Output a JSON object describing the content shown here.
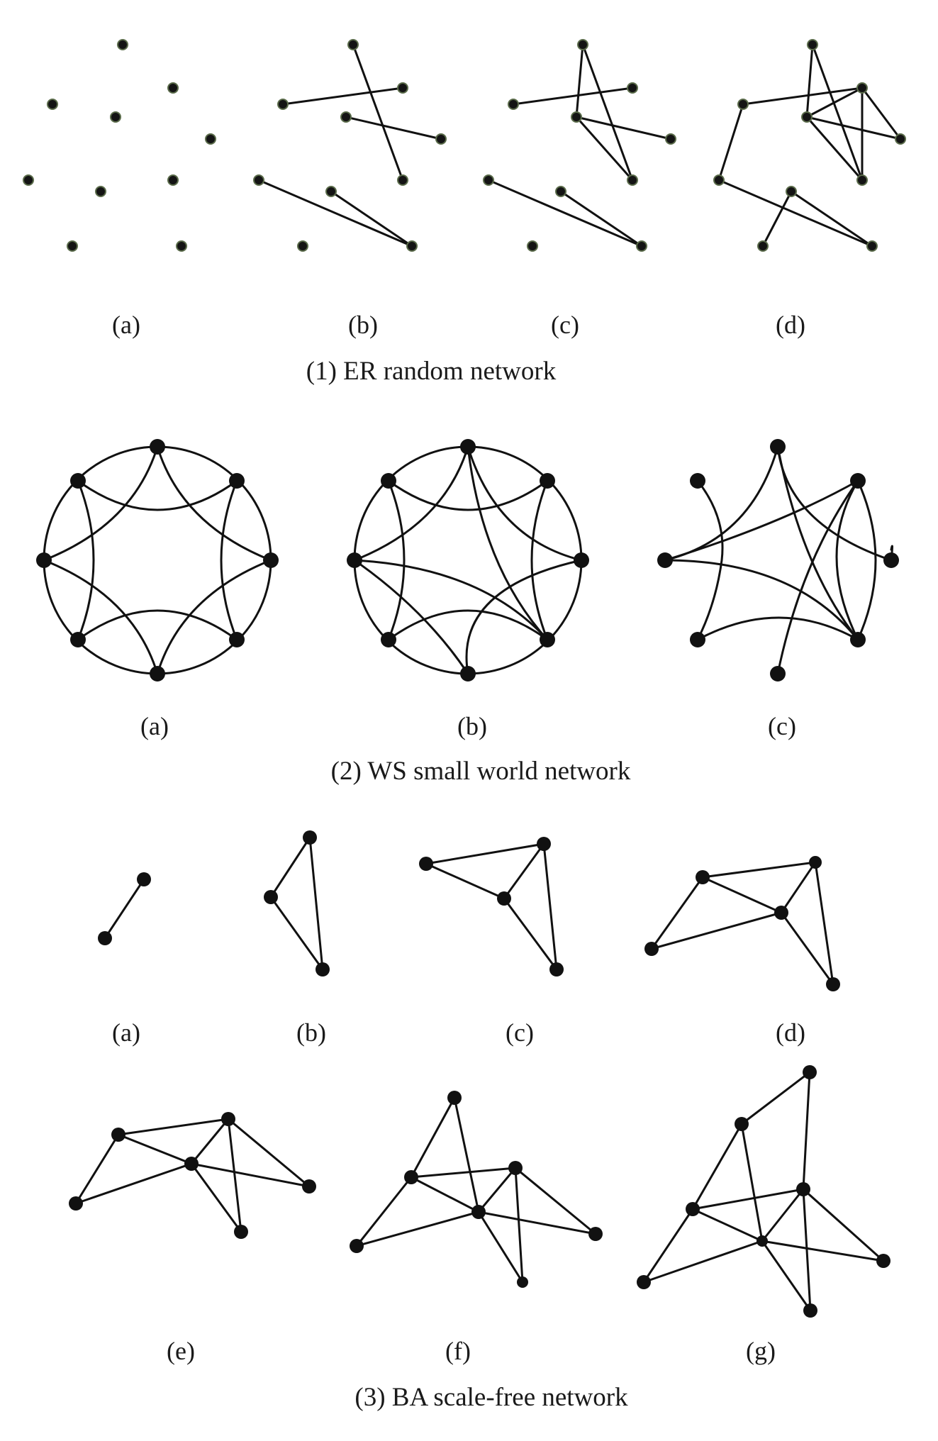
{
  "sections": [
    {
      "caption": "(1) ER random network",
      "panels": [
        {
          "label": "(a)"
        },
        {
          "label": "(b)"
        },
        {
          "label": "(c)"
        },
        {
          "label": "(d)"
        }
      ]
    },
    {
      "caption": "(2) WS small world network",
      "panels": [
        {
          "label": "(a)"
        },
        {
          "label": "(b)"
        },
        {
          "label": "(c)"
        }
      ]
    },
    {
      "caption": "(3) BA scale-free network",
      "panels": [
        {
          "label": "(a)"
        },
        {
          "label": "(b)"
        },
        {
          "label": "(c)"
        },
        {
          "label": "(d)"
        },
        {
          "label": "(e)"
        },
        {
          "label": "(f)"
        },
        {
          "label": "(g)"
        }
      ]
    }
  ],
  "colors": {
    "node": "#111111",
    "edge": "#111111",
    "background": "#ffffff"
  }
}
